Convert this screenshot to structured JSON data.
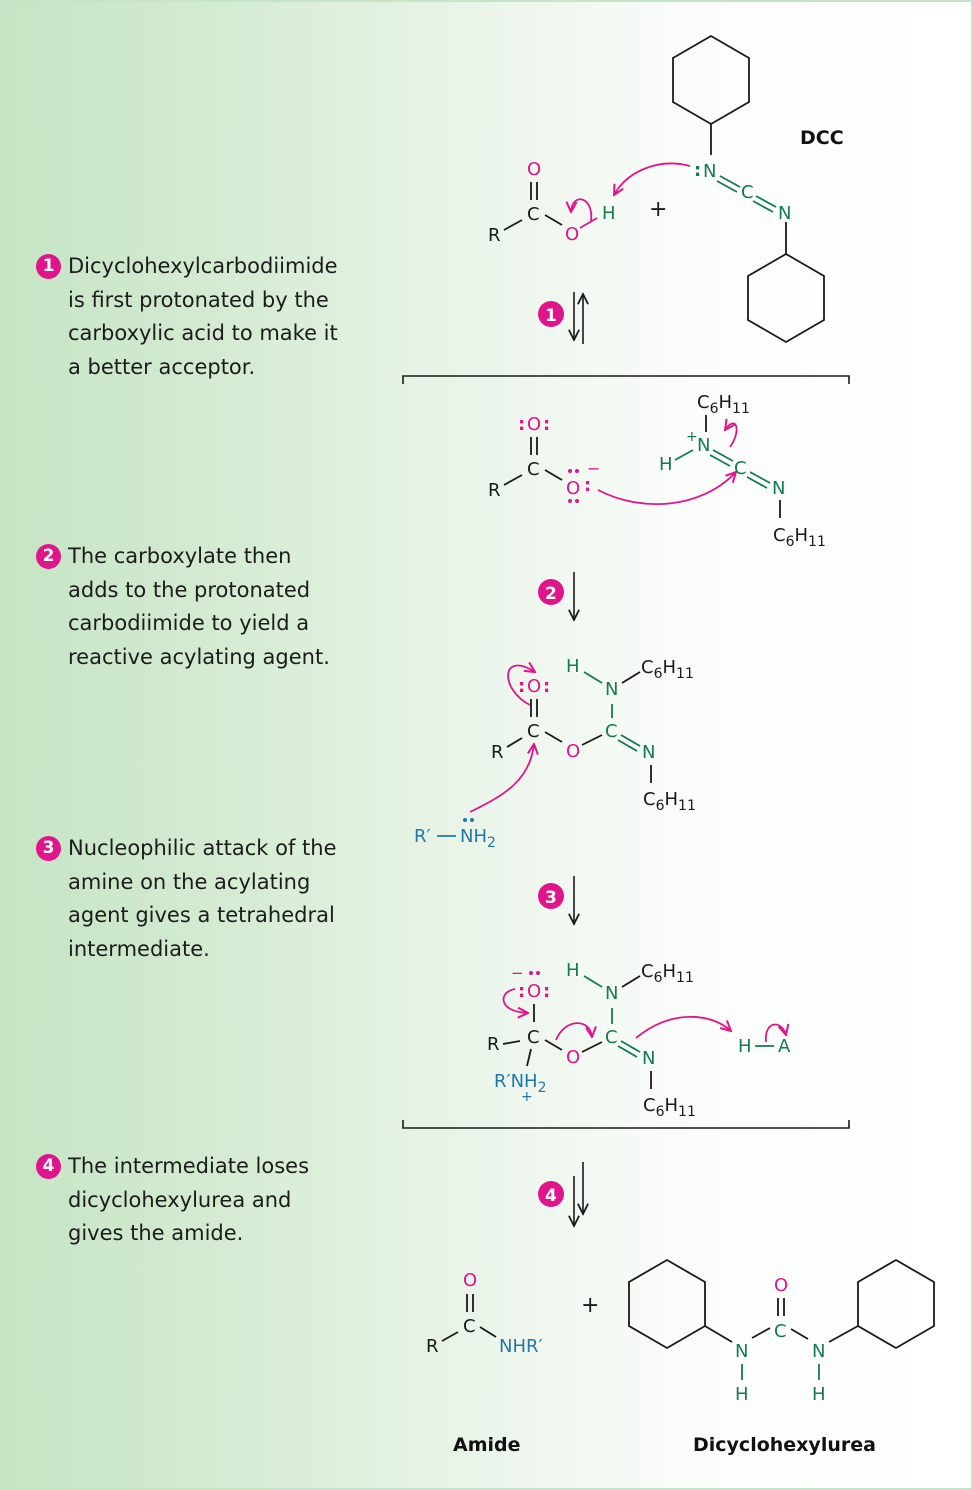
{
  "colors": {
    "accent_magenta": "#e0158c",
    "nitrogen_green": "#147a52",
    "amine_blue": "#2178a6",
    "bg_green": "#c6e4c4",
    "text": "#1c1c1c"
  },
  "steps": [
    {
      "number": "1",
      "text": "Dicyclohexylcarbodiimide\nis first protonated by the\ncarboxylic acid to make it\na better acceptor."
    },
    {
      "number": "2",
      "text": "The carboxylate then\nadds to the protonated\ncarbodiimide to yield a\nreactive acylating agent."
    },
    {
      "number": "3",
      "text": "Nucleophilic attack of the\namine on the acylating\nagent gives a tetrahedral\nintermediate."
    },
    {
      "number": "4",
      "text": "The intermediate loses\ndicyclohexylurea and\ngives the amide."
    }
  ],
  "scheme": {
    "reactant_label": "DCC",
    "plus": "+",
    "arrow_badges": [
      "1",
      "2",
      "3",
      "4"
    ],
    "atoms": {
      "O": "O",
      "C": "C",
      "R": "R",
      "H": "H",
      "N": "N",
      "A": "A",
      "cy": "C",
      "cy_sub": "6",
      "cy_h": "H",
      "cy_h_sub": "11",
      "r_prime": "R′",
      "nh2": "NH",
      "two": "2",
      "rnh2": "R′NH",
      "nhr": "NHR′",
      "lone_pair": ":",
      "minus": "−",
      "plus_charge": "+"
    },
    "product_labels": {
      "amide": "Amide",
      "urea": "Dicyclohexylurea"
    }
  }
}
